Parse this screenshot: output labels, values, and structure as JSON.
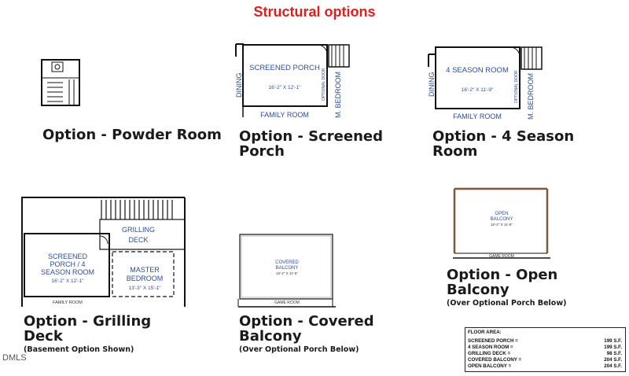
{
  "page_title": "Structural options",
  "options": {
    "powder": {
      "title": "Option - Powder Room"
    },
    "screened": {
      "title": "Option - Screened Porch",
      "room": "SCREENED PORCH",
      "dim": "16'-2\" X 12'-1\"",
      "left": "DINING",
      "bottom": "FAMILY ROOM",
      "door": "OPTIONAL DOOR",
      "right": "M. BEDROOM"
    },
    "season": {
      "title": "Option - 4 Season Room",
      "room": "4 SEASON ROOM",
      "dim": "16'-2\" X 11'-9\"",
      "left": "DINING",
      "bottom": "FAMILY ROOM",
      "door": "OPTIONAL DOOR",
      "right": "M. BEDROOM"
    },
    "grilling": {
      "title": "Option - Grilling Deck",
      "sub": "(Basement Option Shown)",
      "deck": "GRILLING DECK",
      "room": "SCREENED PORCH / 4 SEASON ROOM",
      "dim": "16'-2\" X 12'-1\"",
      "master": "MASTER BEDROOM",
      "master_dim": "13'-3\" X 15'-1\"",
      "bottom": "FAMILY ROOM"
    },
    "covered": {
      "title": "Option - Covered Balcony",
      "sub": "(Over Optional Porch Below)",
      "room": "COVERED BALCONY",
      "dim": "16'-2\" X 11'-6\"",
      "bottom": "GAME ROOM"
    },
    "open": {
      "title": "Option - Open Balcony",
      "sub": "(Over Optional Porch Below)",
      "room": "OPEN BALCONY",
      "dim": "16'-2\" X 11'-6\"",
      "bottom": "GAME ROOM"
    }
  },
  "floor_area": {
    "heading": "FLOOR AREA:",
    "rows": [
      {
        "label": "SCREENED PORCH =",
        "value": "199 S.F."
      },
      {
        "label": "4 SEASON ROOM =",
        "value": "199 S.F."
      },
      {
        "label": "GRILLING DECK =",
        "value": "98 S.F."
      },
      {
        "label": "COVERED BALCONY =",
        "value": "204 S.F."
      },
      {
        "label": "OPEN BALCONY =",
        "value": "204 S.F."
      }
    ]
  },
  "watermark": "DMLS"
}
